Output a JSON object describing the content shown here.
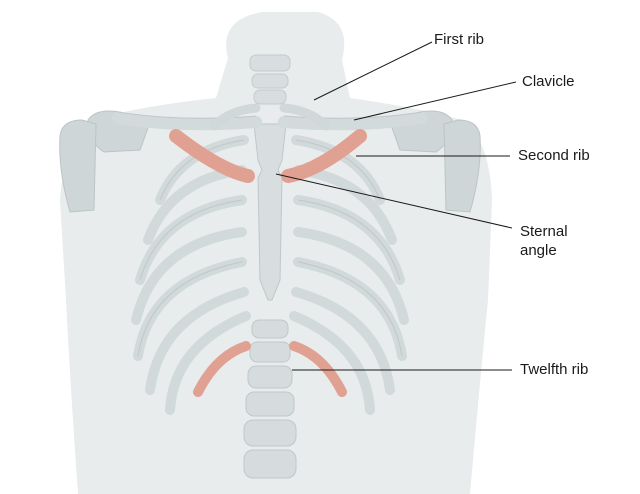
{
  "colors": {
    "background": "#ffffff",
    "body": "#e6eaeb",
    "bone": "#d5dbdc",
    "bone_edge": "#c1c8ca",
    "highlight_rib": "#e1a192",
    "leader_line": "#1a1a1a"
  },
  "labels": {
    "first_rib": "First rib",
    "clavicle": "Clavicle",
    "second_rib": "Second rib",
    "sternal_angle_line1": "Sternal",
    "sternal_angle_line2": "angle",
    "twelfth_rib": "Twelfth rib"
  }
}
